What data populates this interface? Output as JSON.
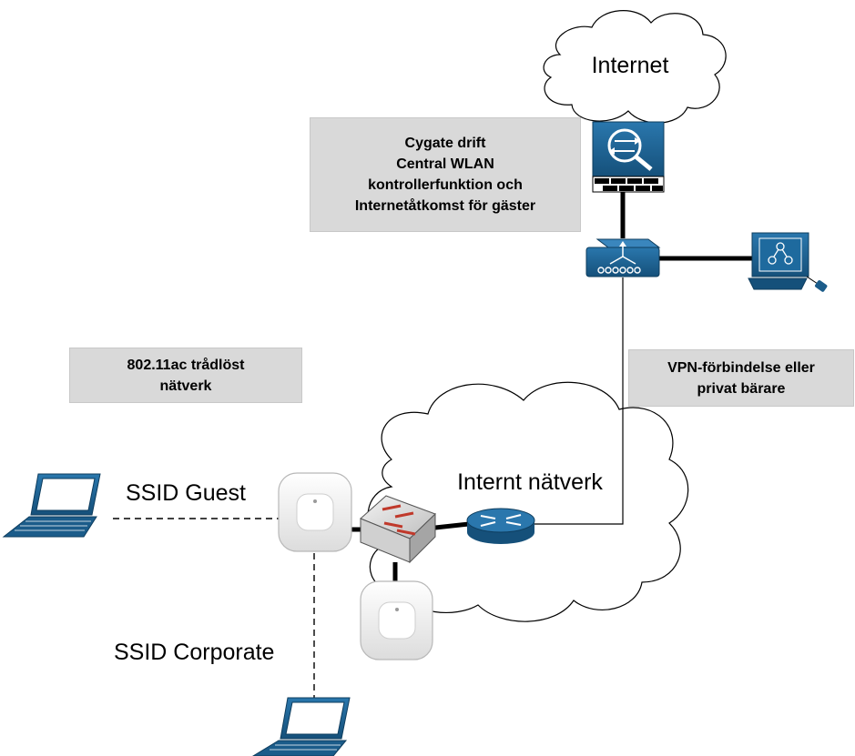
{
  "clouds": {
    "internet": "Internet",
    "internal": "Internt nätverk"
  },
  "notes": {
    "central": [
      "Cygate drift",
      "Central WLAN",
      "kontrollerfunktion och",
      "Internetåtkomst för gäster"
    ],
    "wireless": [
      "802.11ac trådlöst",
      "nätverk"
    ],
    "vpn": [
      "VPN-förbindelse eller",
      "privat bärare"
    ]
  },
  "ssids": {
    "guest": "SSID Guest",
    "corporate": "SSID Corporate"
  },
  "colors": {
    "device_blue": "#1b5c8a",
    "device_dark": "#0e3d5e",
    "note_gray": "#d9d9d9",
    "switch_red": "#c0392b"
  }
}
